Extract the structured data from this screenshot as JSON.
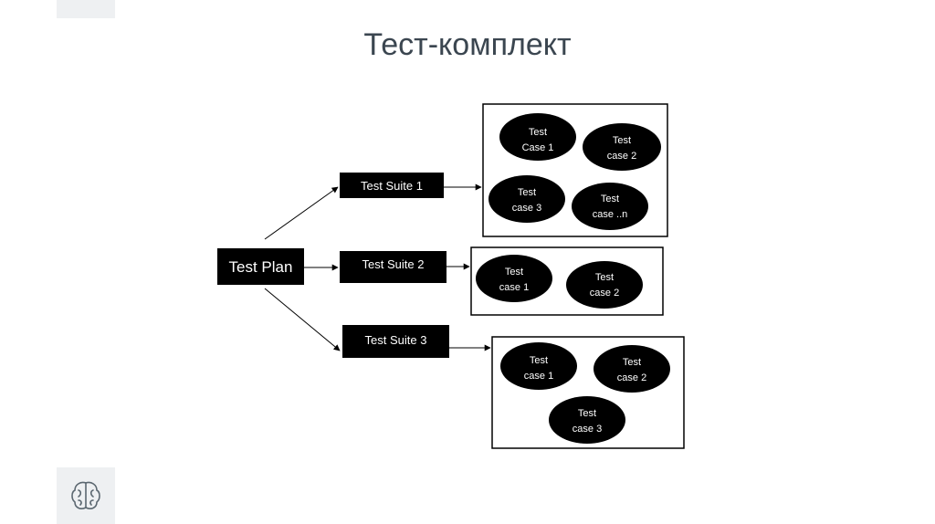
{
  "slide": {
    "title": "Тест-комплект"
  },
  "diagram": {
    "plan": "Test Plan",
    "suites": [
      {
        "label": "Test Suite 1",
        "cases": [
          [
            "Test",
            "Case 1"
          ],
          [
            "Test",
            "case 2"
          ],
          [
            "Test",
            "case 3"
          ],
          [
            "Test",
            "case ..n"
          ]
        ]
      },
      {
        "label": "Test Suite 2",
        "cases": [
          [
            "Test",
            "case 1"
          ],
          [
            "Test",
            "case 2"
          ]
        ]
      },
      {
        "label": "Test Suite 3",
        "cases": [
          [
            "Test",
            "case 1"
          ],
          [
            "Test",
            "case 2"
          ],
          [
            "Test",
            "case 3"
          ]
        ]
      }
    ]
  },
  "icons": {
    "corner_badge": "brain-icon"
  }
}
